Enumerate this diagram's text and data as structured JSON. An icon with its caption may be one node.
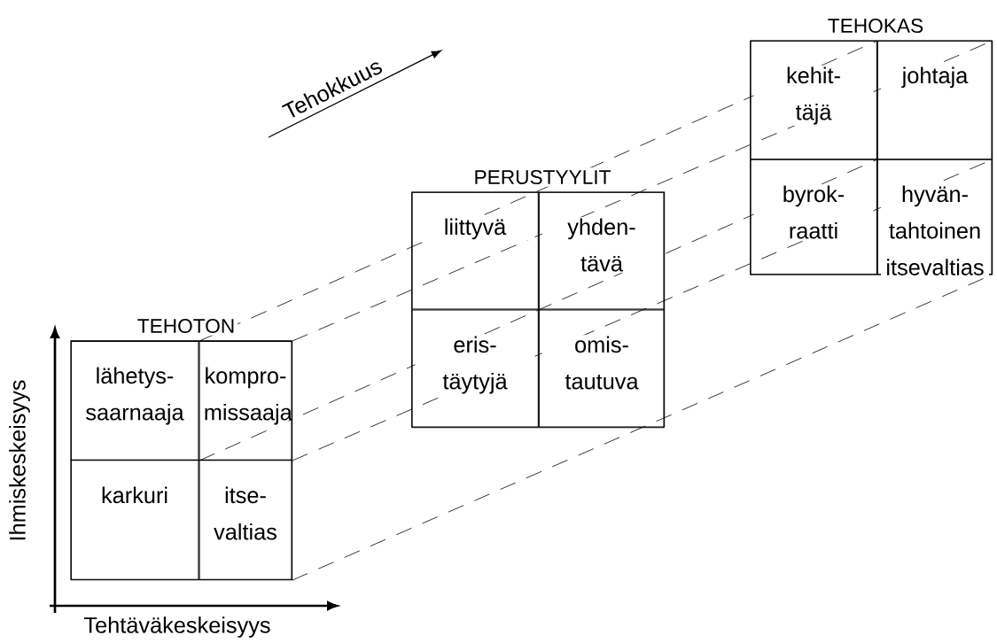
{
  "diagram": {
    "nodes": [
      {
        "text": [
          "TEHOTON"
        ]
      },
      {
        "text": [
          "lähetys- saarnaaja"
        ],
        "in": 0
      },
      {
        "text": [
          "kompro- missaaja"
        ],
        "in": 0
      },
      {
        "text": [
          "karkuri"
        ],
        "in": 0
      },
      {
        "text": [
          "itse- valtias"
        ],
        "in": 0
      },
      {
        "text": [
          "PERUSTYYLIT"
        ]
      },
      {
        "text": [
          "liittyvä"
        ],
        "in": 5
      },
      {
        "text": [
          "yhden- tävä"
        ],
        "in": 5
      },
      {
        "text": [
          "eris- täytyjä"
        ],
        "in": 5
      },
      {
        "text": [
          "omis- tautuva"
        ],
        "in": 5
      },
      {
        "text": [
          "TEHOKAS"
        ]
      },
      {
        "text": [
          "kehit- täjä"
        ],
        "in": 10
      },
      {
        "text": [
          "johtaja"
        ],
        "in": 10
      },
      {
        "text": [
          "byrok- raatti"
        ],
        "in": 10
      },
      {
        "text": [
          "hyvän- tahtoinen itsevaltias"
        ],
        "in": 10
      }
    ],
    "labels": [
      "Tehokkuus",
      "Ihmiskeskeisyys",
      "Tehtäväkeskeisyys"
    ]
  }
}
